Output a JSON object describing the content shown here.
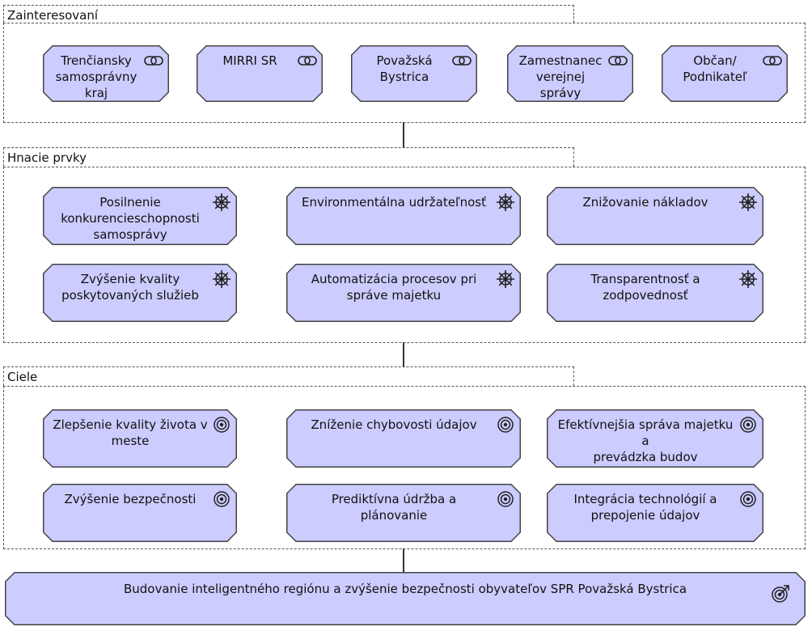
{
  "groups": [
    {
      "title": "Zainteresovaní"
    },
    {
      "title": "Hnacie prvky"
    },
    {
      "title": "Ciele"
    }
  ],
  "stakeholders": [
    {
      "label": "Trenčiansky\nsamosprávny\nkraj",
      "icon": "stakeholder-icon"
    },
    {
      "label": "MIRRI SR",
      "icon": "stakeholder-icon"
    },
    {
      "label": "Považská\nBystrica",
      "icon": "stakeholder-icon"
    },
    {
      "label": "Zamestnanec\nverejnej\nsprávy",
      "icon": "stakeholder-icon"
    },
    {
      "label": "Občan/\nPodnikateľ",
      "icon": "stakeholder-icon"
    }
  ],
  "drivers": [
    {
      "label": "Posilnenie\nkonkurencieschopnosti\nsamosprávy",
      "icon": "driver-icon"
    },
    {
      "label": "Environmentálna udržateľnosť",
      "icon": "driver-icon"
    },
    {
      "label": "Znižovanie nákladov",
      "icon": "driver-icon"
    },
    {
      "label": "Zvýšenie kvality\nposkytovaných služieb",
      "icon": "driver-icon"
    },
    {
      "label": "Automatizácia procesov pri\nspráve majetku",
      "icon": "driver-icon"
    },
    {
      "label": "Transparentnosť a\nzodpovednosť",
      "icon": "driver-icon"
    }
  ],
  "goals": [
    {
      "label": "Zlepšenie kvality života v\nmeste",
      "icon": "goal-icon"
    },
    {
      "label": "Zníženie chybovosti údajov",
      "icon": "goal-icon"
    },
    {
      "label": "Efektívnejšia správa majetku a\nprevádzka budov",
      "icon": "goal-icon"
    },
    {
      "label": "Zvýšenie bezpečnosti",
      "icon": "goal-icon"
    },
    {
      "label": "Prediktívna údržba a\nplánovanie",
      "icon": "goal-icon"
    },
    {
      "label": "Integrácia technológií a\nprepojenie údajov",
      "icon": "goal-icon"
    }
  ],
  "outcome": {
    "label": "Budovanie inteligentného regiónu a zvýšenie bezpečnosti obyvateľov SPR Považská Bystrica",
    "icon": "outcome-icon"
  },
  "colors": {
    "element_fill": "#ccccff",
    "element_border": "#444444",
    "group_border": "#555555"
  }
}
